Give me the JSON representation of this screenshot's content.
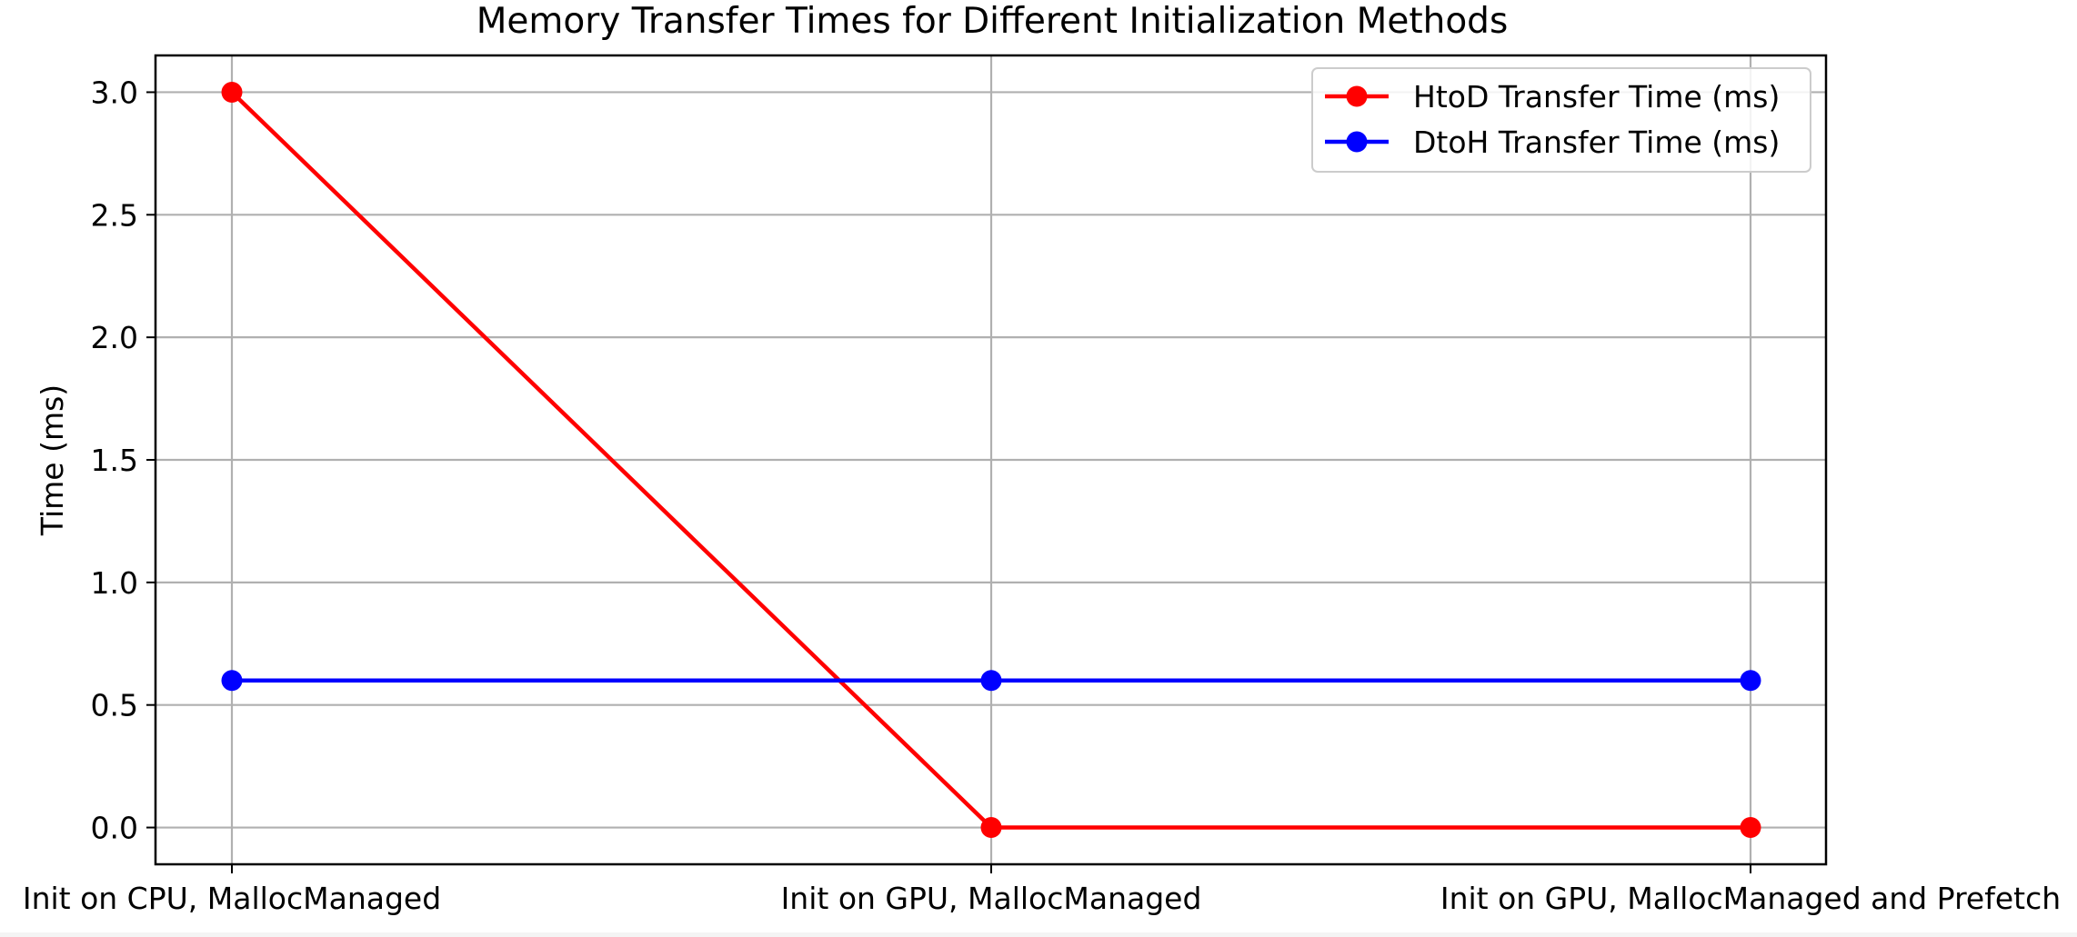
{
  "chart_data": {
    "type": "line",
    "title": "Memory Transfer Times for Different Initialization Methods",
    "xlabel": "",
    "ylabel": "Time (ms)",
    "categories": [
      "Init on CPU, MallocManaged",
      "Init on GPU, MallocManaged",
      "Init on GPU, MallocManaged and Prefetch"
    ],
    "series": [
      {
        "name": "HtoD Transfer Time (ms)",
        "values": [
          3.0,
          0.0,
          0.0
        ],
        "color": "#ff0000"
      },
      {
        "name": "DtoH Transfer Time (ms)",
        "values": [
          0.6,
          0.6,
          0.6
        ],
        "color": "#0000ff"
      }
    ],
    "ylim": [
      -0.15,
      3.15
    ],
    "yticks": [
      0.0,
      0.5,
      1.0,
      1.5,
      2.0,
      2.5,
      3.0
    ],
    "ytick_labels": [
      "0.0",
      "0.5",
      "1.0",
      "1.5",
      "2.0",
      "2.5",
      "3.0"
    ],
    "grid": true,
    "legend_position": "top-right"
  }
}
